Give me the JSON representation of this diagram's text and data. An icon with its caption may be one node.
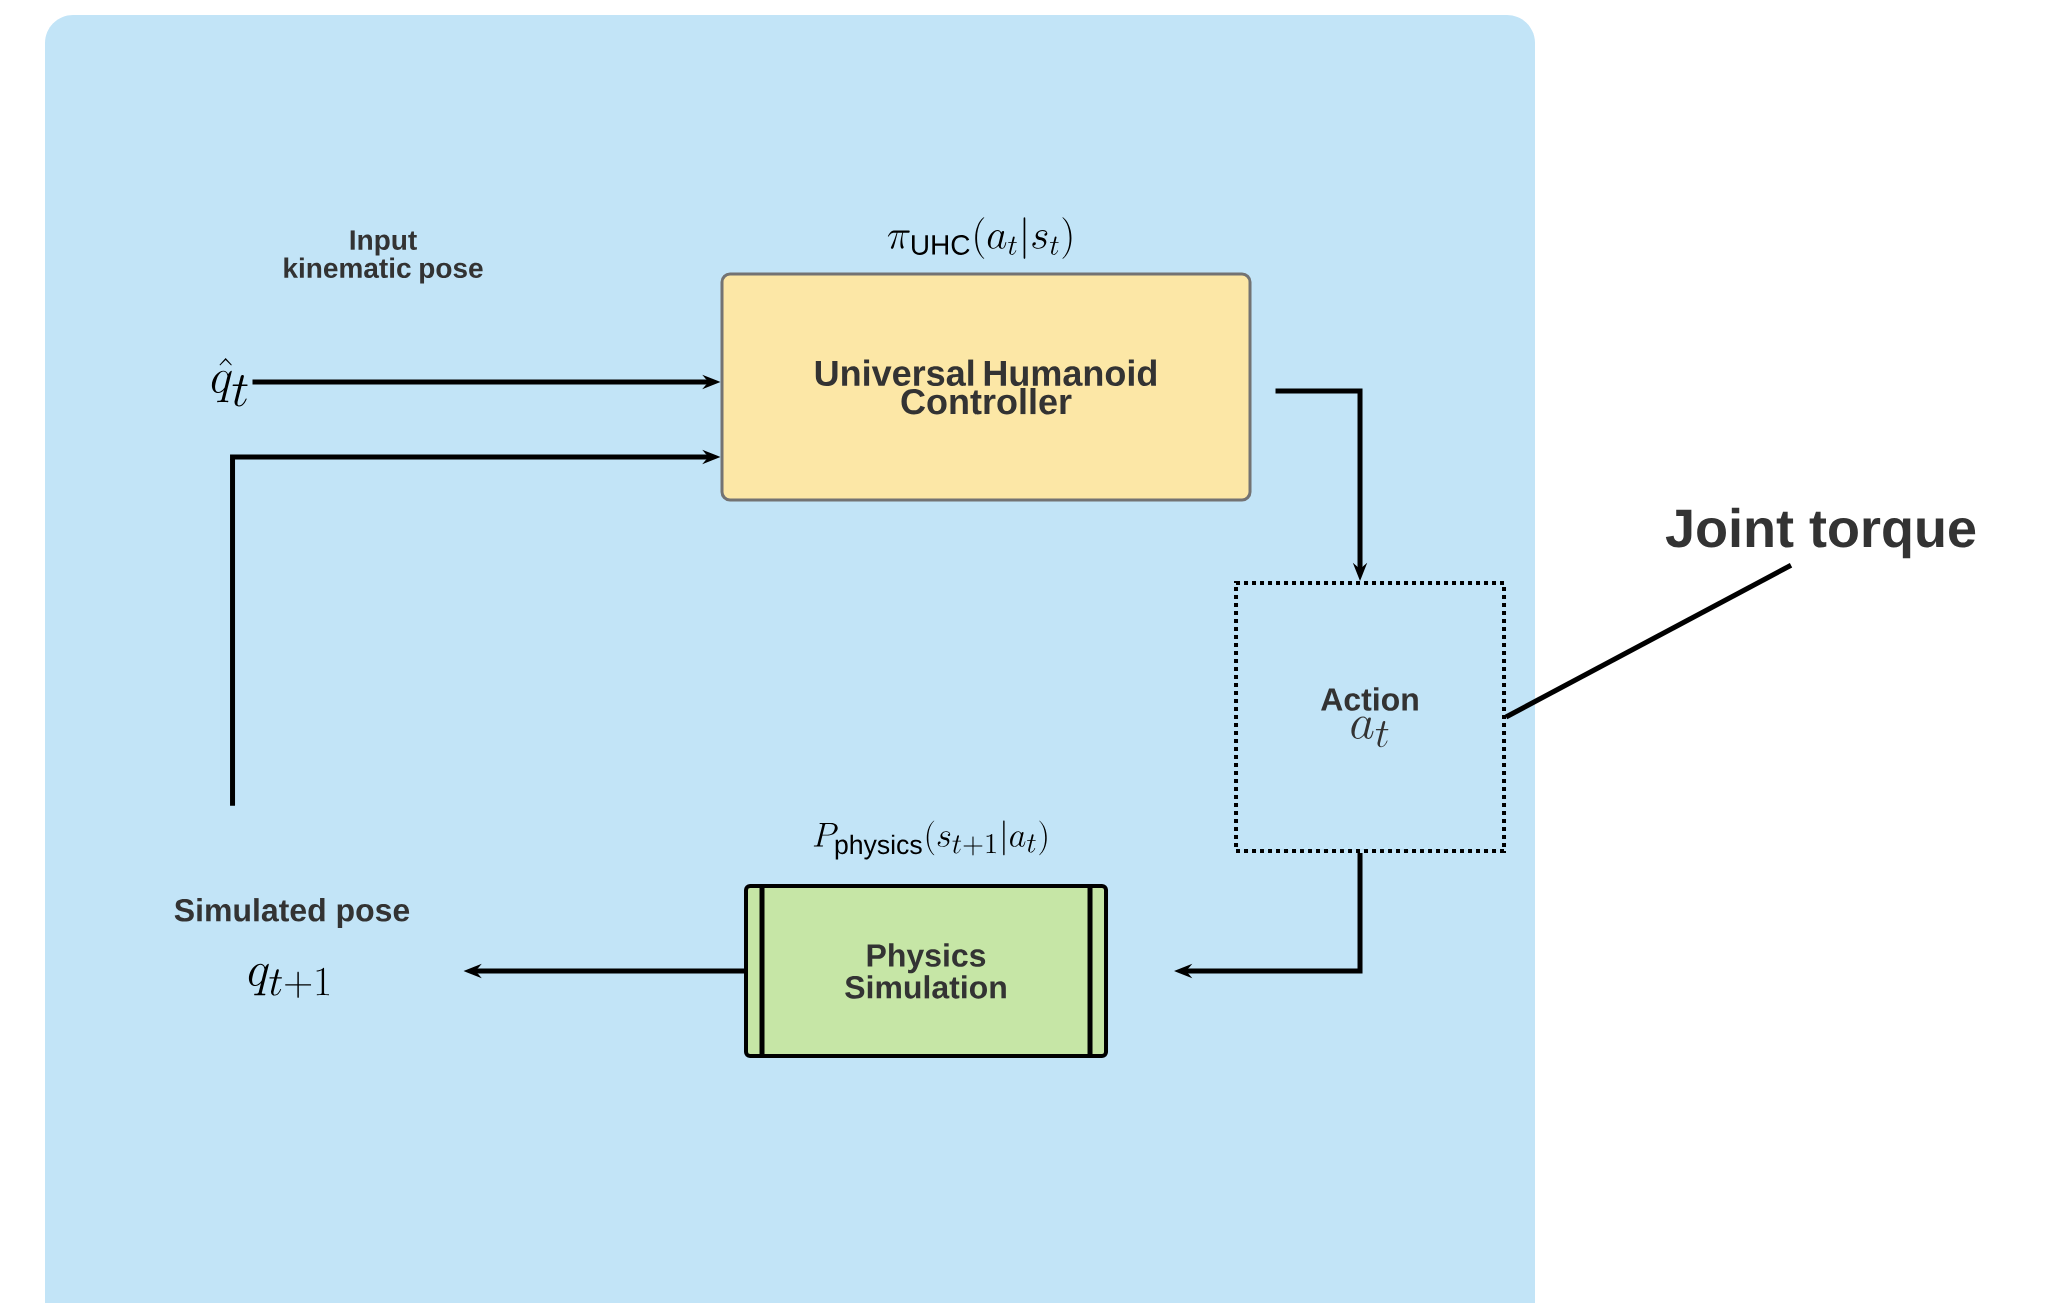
{
  "diagram": {
    "nodes": [
      {
        "text": [
          "Input kinematic pose",
          "\\hat{q}_t"
        ]
      },
      {
        "text": [
          "\\pi_{\\mathrm{UHC}}(a_t|s_t)",
          "Universal Humanoid Controller"
        ]
      },
      {
        "text": [
          "Action",
          "a_t"
        ]
      },
      {
        "text": [
          "P_{\\mathrm{physics}}(s_{t+1}|a_t)",
          "Physics Simulation"
        ]
      },
      {
        "text": [
          "Simulated pose",
          "q_{t+1}"
        ]
      },
      {
        "text": [
          "Joint torque"
        ]
      }
    ],
    "edges": [
      {
        "from": 0,
        "to": 1,
        "arrow": "to"
      },
      {
        "from": 4,
        "to": 1,
        "arrow": "to"
      },
      {
        "from": 1,
        "to": 2,
        "arrow": "to"
      },
      {
        "from": 2,
        "to": 3,
        "arrow": "to"
      },
      {
        "from": 3,
        "to": 4,
        "arrow": "to"
      },
      {
        "from": 5,
        "to": 2,
        "arrow": "none"
      }
    ]
  }
}
